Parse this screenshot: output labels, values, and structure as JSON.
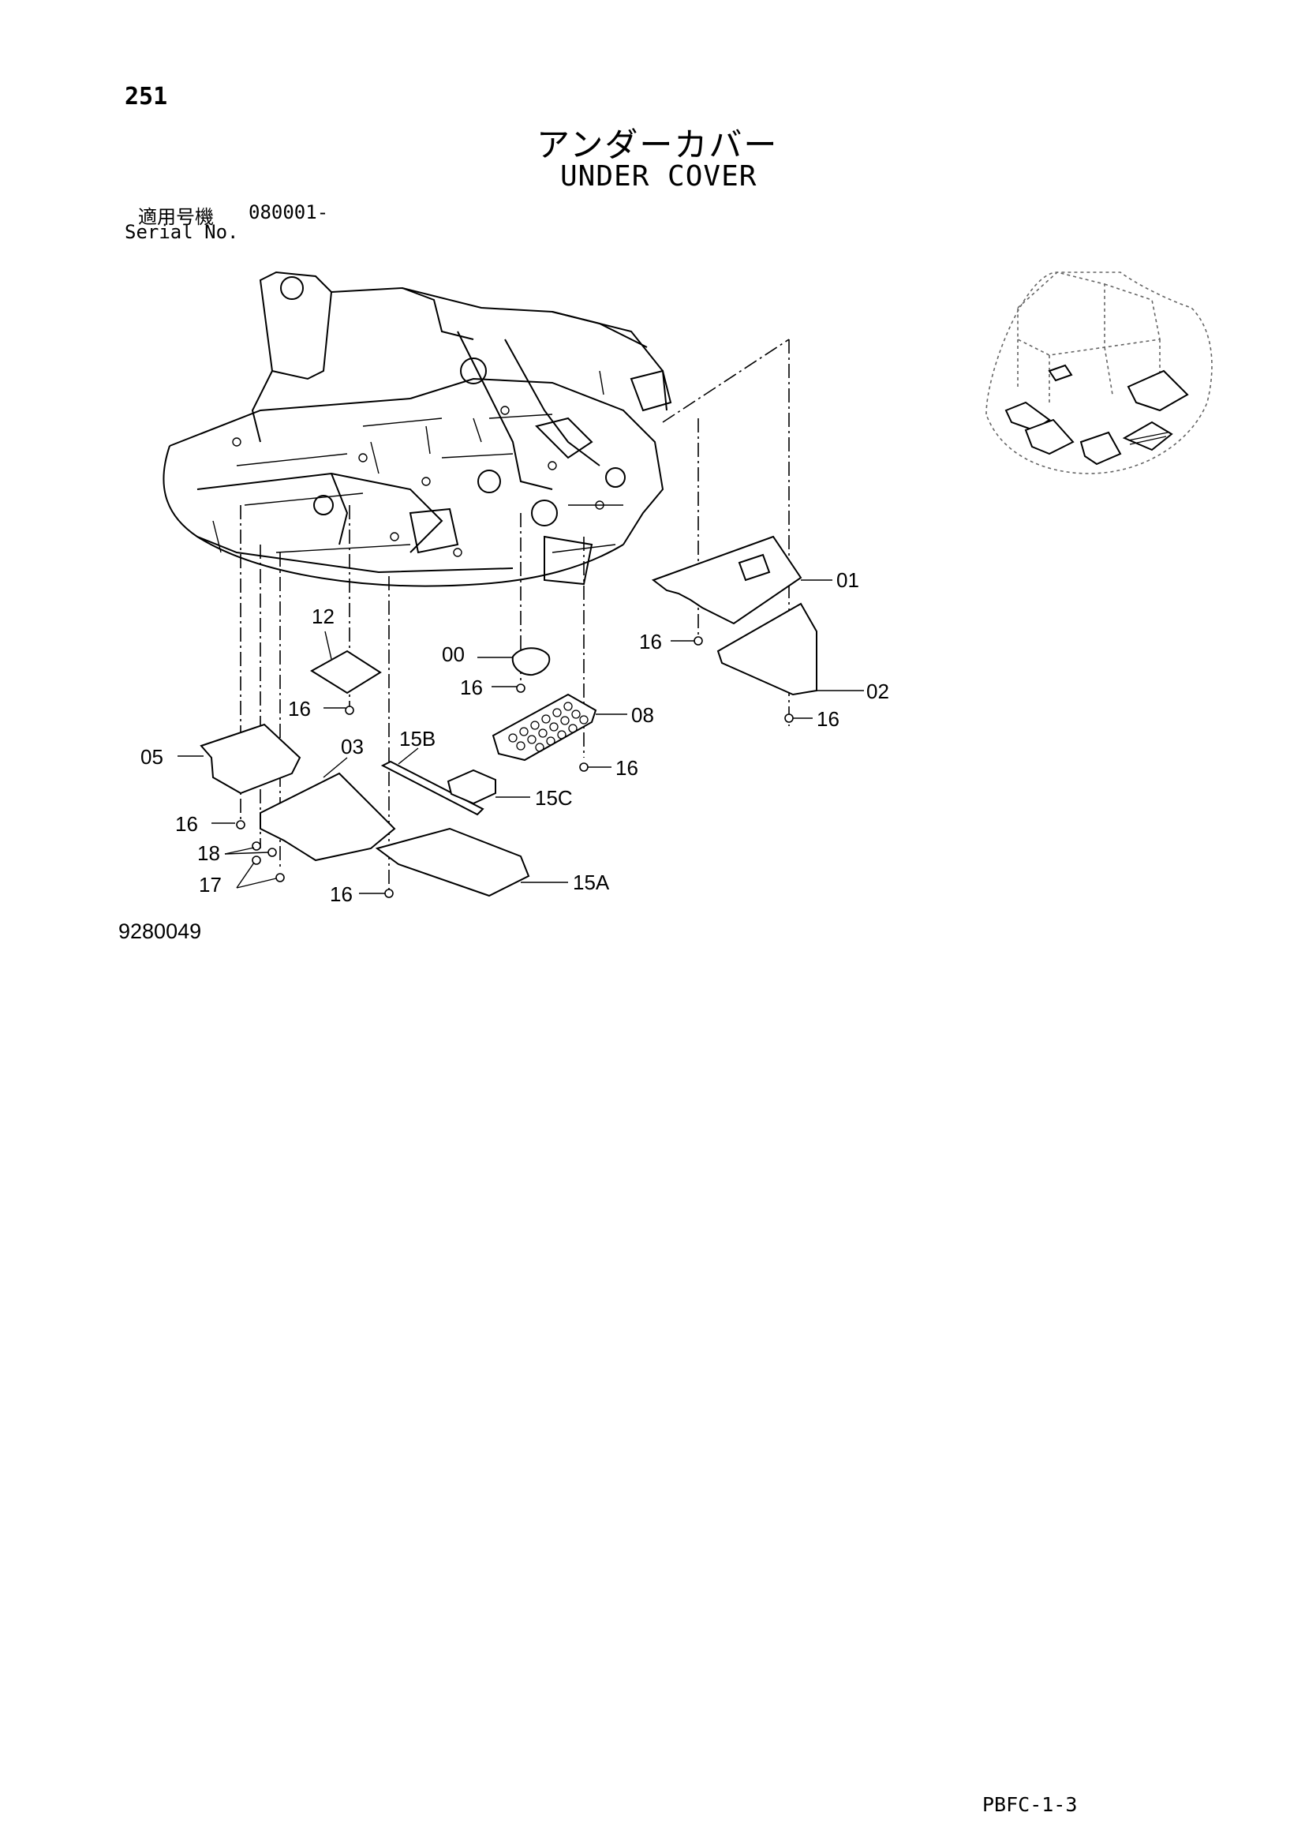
{
  "page": {
    "number": "251",
    "title_jp": "アンダーカバー",
    "title_en": "UNDER COVER",
    "serial_label_jp": "適用号機",
    "serial_value": "080001-",
    "serial_label_en": "Serial No.",
    "figure_number": "9280049",
    "footer_code": "PBFC-1-3"
  },
  "callouts": [
    "01",
    "02",
    "00",
    "16",
    "08",
    "12",
    "05",
    "03",
    "15B",
    "15C",
    "18",
    "17",
    "15A"
  ]
}
